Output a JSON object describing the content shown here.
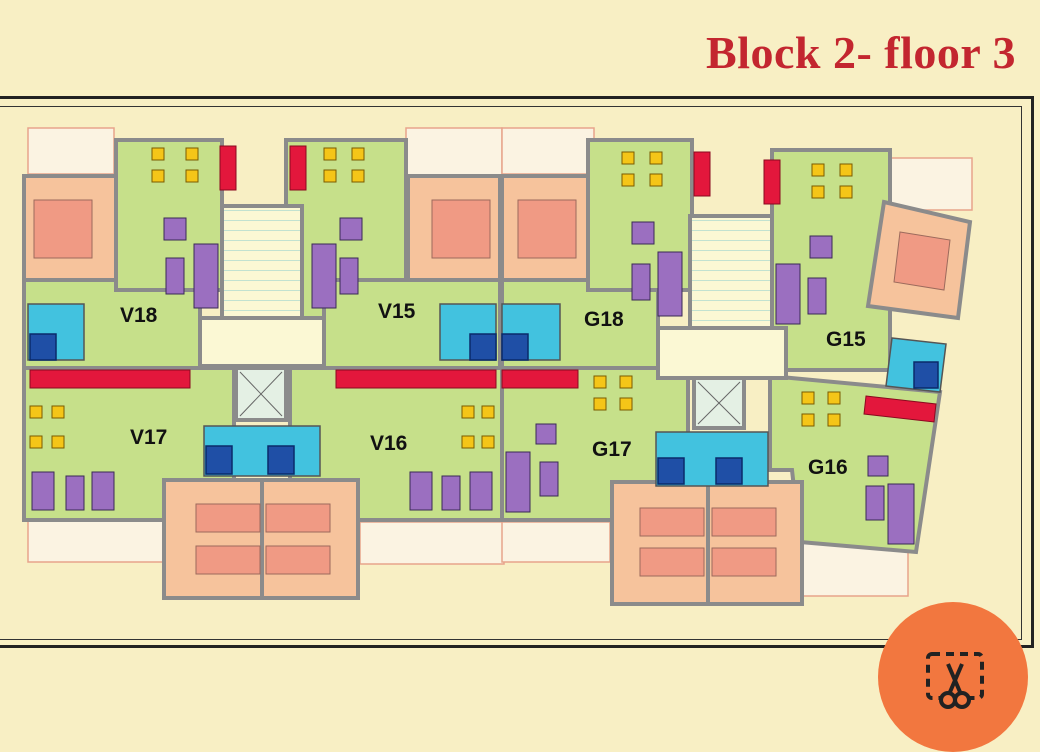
{
  "header": {
    "title": "Block 2- floor 3"
  },
  "units": {
    "v18": "V18",
    "v15": "V15",
    "g18": "G18",
    "g15": "G15",
    "v17": "V17",
    "v16": "V16",
    "g17": "G17",
    "g16": "G16"
  },
  "tool": {
    "icon": "crop-scissors-icon"
  },
  "colors": {
    "background": "#f8efc4",
    "title": "#c3262f",
    "living": "#c6e08a",
    "bedroom": "#f6c39c",
    "bed": "#f09a84",
    "bath": "#42c2df",
    "kitchen": "#e3173c",
    "sofa": "#9b6fc0",
    "chair": "#f5c518",
    "wall": "#8b8b8b",
    "stair": "#fbf8d4",
    "tool_button": "#f2773f"
  }
}
